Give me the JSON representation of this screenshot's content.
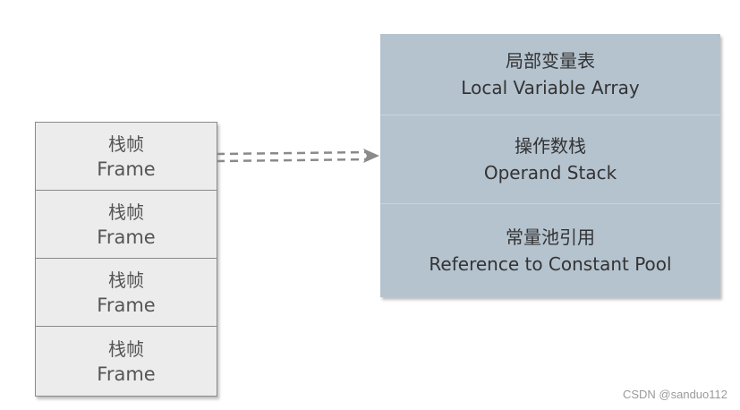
{
  "stack": {
    "frames": [
      {
        "cn": "栈帧",
        "en": "Frame"
      },
      {
        "cn": "栈帧",
        "en": "Frame"
      },
      {
        "cn": "栈帧",
        "en": "Frame"
      },
      {
        "cn": "栈帧",
        "en": "Frame"
      }
    ]
  },
  "frame_detail": {
    "local_variable_array": {
      "cn": "局部变量表",
      "en": "Local Variable Array"
    },
    "operand_stack": {
      "cn": "操作数栈",
      "en": "Operand Stack"
    },
    "constant_pool_ref": {
      "cn": "常量池引用",
      "en": "Reference to Constant Pool"
    }
  },
  "watermark": "CSDN @sanduo112",
  "colors": {
    "frame_fill": "#ececec",
    "detail_fill": "#b5c3cf",
    "arrow": "#8a8a8a"
  }
}
